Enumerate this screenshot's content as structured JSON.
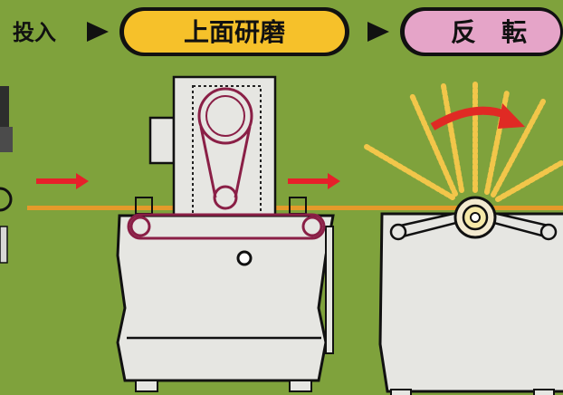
{
  "flow": {
    "input_label": "投入",
    "step1_label": "上面研磨",
    "step2_label": "反　転",
    "step1_color": "#f6c12a",
    "step2_color": "#e5a4c8",
    "arrow_icon": "triangle-right-icon"
  },
  "colors": {
    "background": "#7fa23c",
    "machine_fill": "#e6e6e2",
    "outline": "#111111",
    "belt": "#8a1f46",
    "conveyor_line": "#e59a2a",
    "flow_arrow": "#e6202a",
    "rotation_arrow": "#e02a24",
    "burst": "#f2c64a"
  }
}
